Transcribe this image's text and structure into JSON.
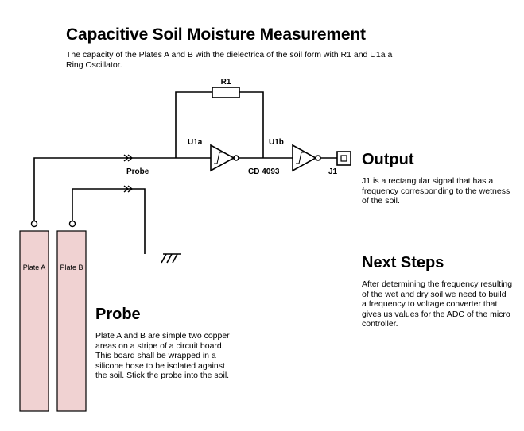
{
  "title": "Capacitive Soil Moisture Measurement",
  "subtitle": "The capacity of the Plates A and B with the dielectrica of the soil form with R1 and U1a a Ring Oscillator.",
  "circuit": {
    "r1": "R1",
    "u1a": "U1a",
    "u1b": "U1b",
    "ic": "CD 4093",
    "probe": "Probe",
    "j1": "J1",
    "plate_a": "Plate A",
    "plate_b": "Plate B"
  },
  "output": {
    "heading": "Output",
    "text": "J1 is a rectangular signal that has a frequency corresponding to the wetness of the soil."
  },
  "next_steps": {
    "heading": "Next Steps",
    "text": "After determining the frequency resulting of the wet and dry soil we need to build a frequency to voltage converter that gives us values for the ADC of the micro controller."
  },
  "probe": {
    "heading": "Probe",
    "text": "Plate A and B are simple two copper areas on a stripe of a circuit board. This board shall be wrapped in a silicone hose to be isolated against the soil. Stick the probe into the soil."
  },
  "colors": {
    "plate_fill": "#f0d2d2",
    "line": "#000000"
  }
}
